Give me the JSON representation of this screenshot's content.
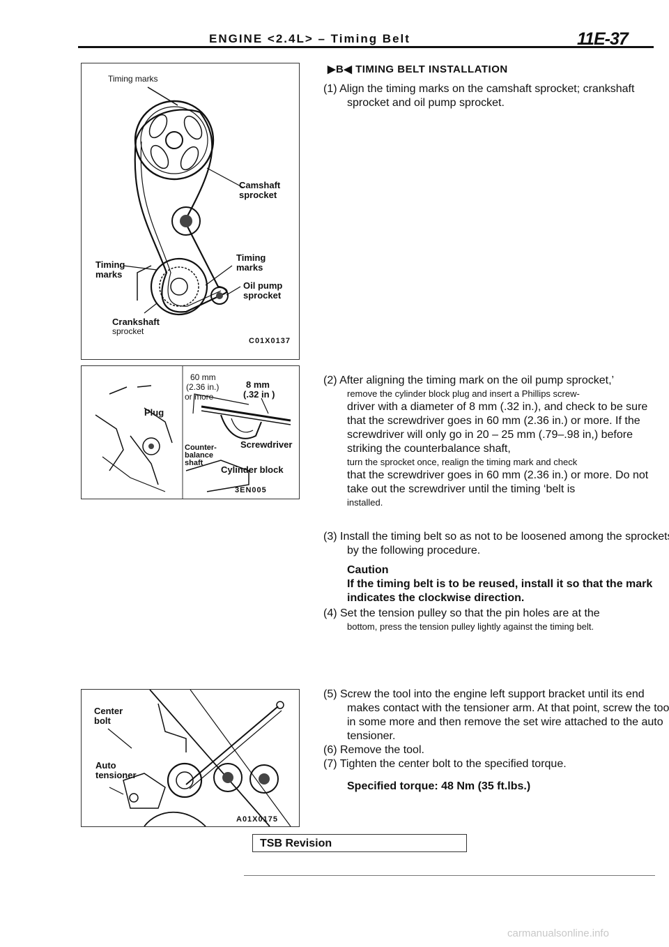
{
  "header": {
    "title": "ENGINE <2.4L> – Timing Belt",
    "page": "11E-37"
  },
  "figure1": {
    "labels": {
      "timing_marks_top": "Timing marks",
      "camshaft_sprocket": "Camshaft sprocket",
      "timing_marks_left": "Timing marks",
      "timing_marks_right": "Timing marks",
      "oil_pump_sprocket": "Oil pump sprocket",
      "crankshaft": "Crankshaft",
      "sprocket": "sprocket"
    },
    "code": "C01X0137"
  },
  "figure2": {
    "labels": {
      "dim1": "60 mm",
      "dim1_in": "(2.36 in.)",
      "dim1_more": "or more",
      "dim2": "8 mm",
      "dim2_in": "(.32 in )",
      "plug": "Plug",
      "screwdriver": "Screwdriver",
      "counterbalance": "Counter- balance shaft",
      "cylinder_block": "Cylinder block"
    },
    "code": "3EN005"
  },
  "figure3": {
    "labels": {
      "center_bolt": "Center bolt",
      "auto_tensioner": "Auto tensioner"
    },
    "code": "A01X0175"
  },
  "section": {
    "heading": "▶B◀ TIMING BELT INSTALLATION",
    "step1": "(1) Align the timing marks on the camshaft sprocket; crankshaft sprocket and oil pump sprocket.",
    "step2_a": "(2) After aligning the timing mark on the oil pump sprocket,’",
    "step2_b": "remove the cylinder block plug and insert a Phillips screw-",
    "step2_c": "driver with a diameter of 8 mm (.32 in.), and check to be sure that the screwdriver goes in 60 mm (2.36 in.) or more. If the screwdriver will only go in 20 – 25 mm (.79–.98 in,) before striking the counterbalance shaft,",
    "step2_d": "turn the sprocket once, realign the timing mark and check",
    "step2_e": "that the screwdriver goes in 60 mm (2.36 in.) or more. Do not take out the screwdriver until the timing ‘belt is",
    "step2_f": "installed.",
    "step3": "(3) Install the timing belt so as not to be loosened among the sprockets, by the following procedure.",
    "caution_title": "Caution",
    "caution_text": "If the timing belt is to be reused, install it so that the mark indicates the clockwise direction.",
    "step4_a": "(4) Set the tension pulley so that the pin holes are at the",
    "step4_b": "bottom, press the tension pulley lightly against the timing belt.",
    "step5": "(5) Screw the tool into the engine left support bracket until its end makes contact with the tensioner arm. At that point, screw the tool in some more and then remove the set wire attached to the auto tensioner.",
    "step6": "(6) Remove the tool.",
    "step7": "(7) Tighten the center bolt to the specified torque.",
    "torque": "Specified torque: 48 Nm (35 ft.lbs.)"
  },
  "footer": {
    "tsb": "TSB Revision",
    "watermark": "carmanualsonline.info"
  }
}
